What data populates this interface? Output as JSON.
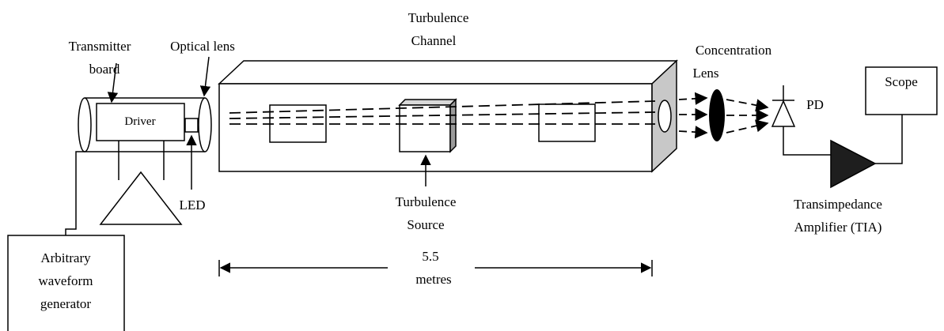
{
  "labels": {
    "channel_line1": "Turbulence",
    "channel_line2": "Channel",
    "transmitter_line1": "Transmitter",
    "transmitter_line2": "board",
    "optical_lens": "Optical lens",
    "driver": "Driver",
    "led": "LED",
    "awg_line1": "Arbitrary",
    "awg_line2": "waveform",
    "awg_line3": "generator",
    "source_line1": "Turbulence",
    "source_line2": "Source",
    "distance_value": "5.5",
    "distance_unit": "metres",
    "conc_line1": "Concentration",
    "conc_line2": "Lens",
    "pd": "PD",
    "scope": "Scope",
    "tia_line1": "Transimpedance",
    "tia_line2": "Amplifier (TIA)"
  },
  "colors": {
    "stroke": "#000000",
    "channel_end_face": "#c8c8c8",
    "source_top_face": "#d9d9d9",
    "source_side_face": "#9a9a9a",
    "lens_fill": "#000000",
    "tia_fill": "#1e1e1e"
  }
}
